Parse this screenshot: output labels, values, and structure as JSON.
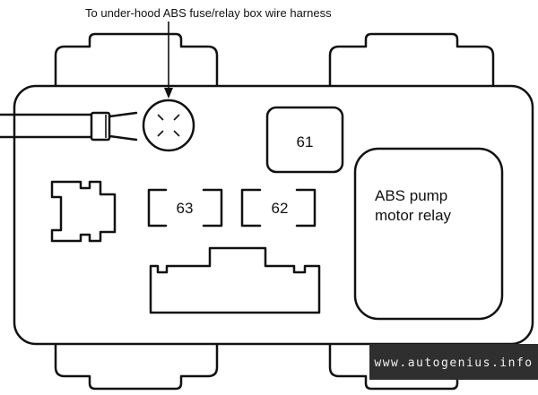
{
  "diagram": {
    "callout": {
      "text": "To under-hood ABS fuse/relay box wire harness"
    },
    "relays": {
      "r61": {
        "label": "61"
      },
      "r62": {
        "label": "62"
      },
      "r63": {
        "label": "63"
      },
      "abs_pump": {
        "line1": "ABS pump",
        "line2": "motor relay"
      }
    },
    "watermark": {
      "text": "www.autogenius.info"
    }
  }
}
